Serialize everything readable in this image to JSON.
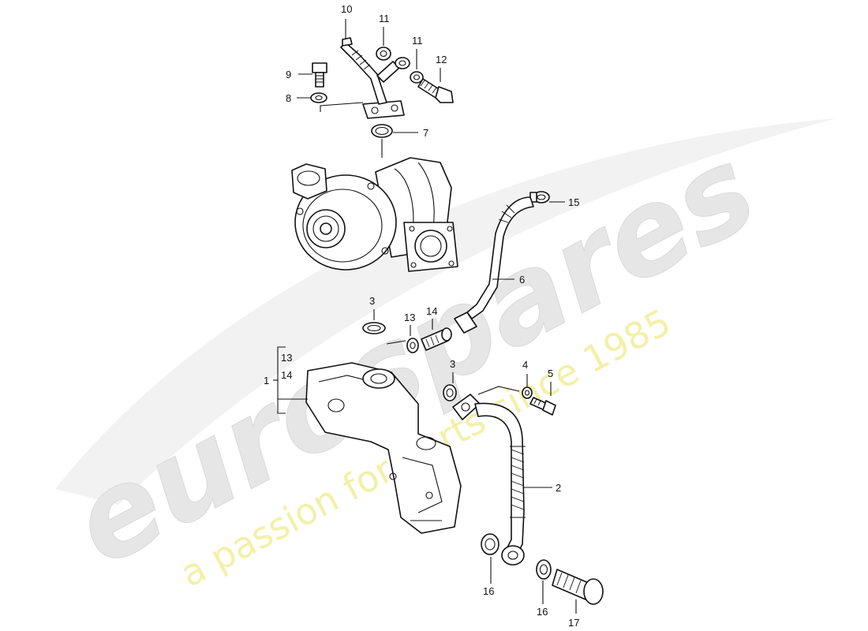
{
  "watermark": {
    "brand": "eurospares",
    "tagline": "a passion for parts since 1985",
    "brand_color": "#e6e6e6",
    "tagline_color": "#f3f0a8"
  },
  "line_color": "#111111",
  "callouts": [
    "1",
    "2",
    "3",
    "3",
    "4",
    "5",
    "6",
    "7",
    "8",
    "9",
    "10",
    "11",
    "11",
    "12",
    "13",
    "14",
    "13",
    "14",
    "15",
    "16",
    "16",
    "17"
  ]
}
